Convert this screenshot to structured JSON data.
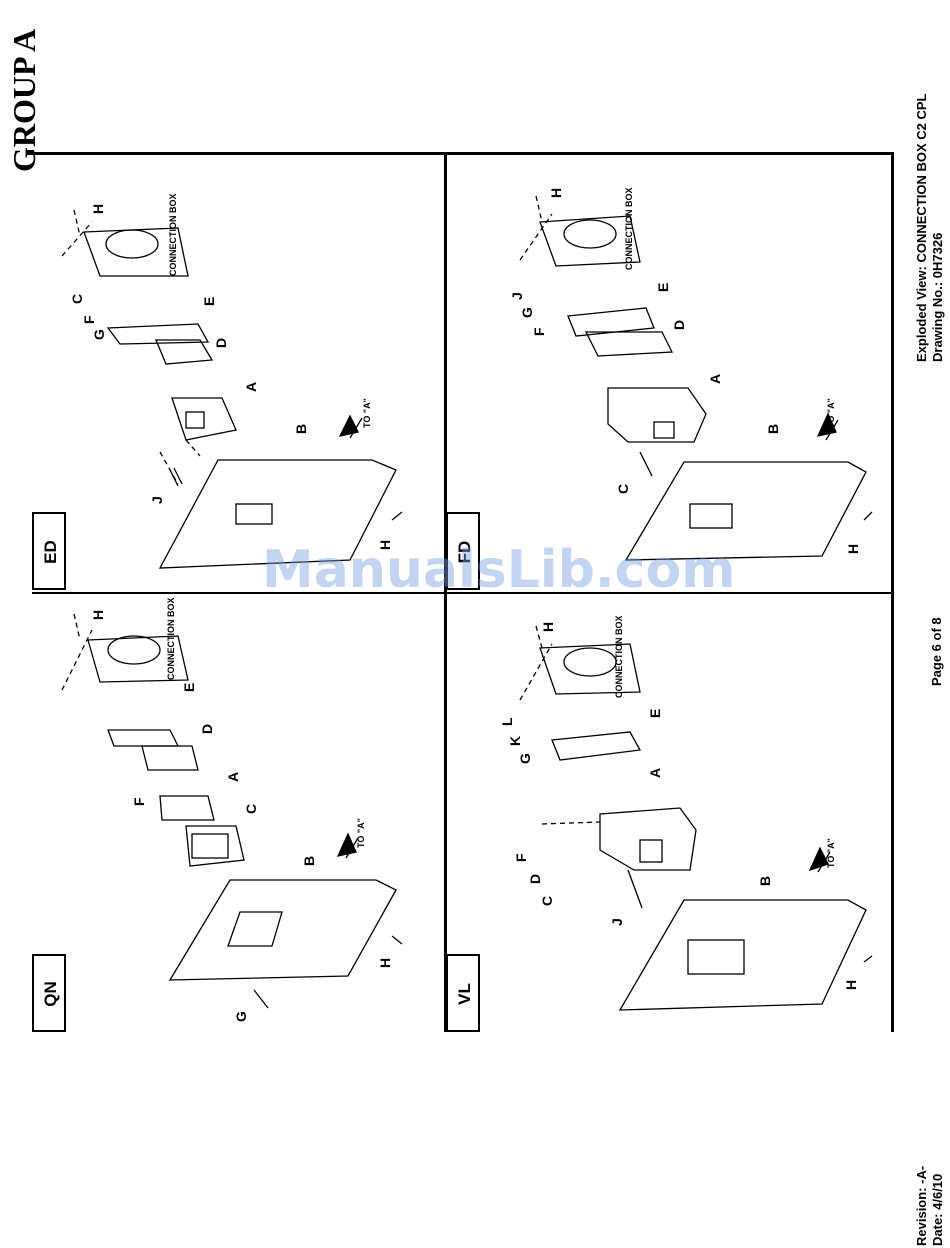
{
  "group_title": "GROUP A",
  "document": {
    "title": "Exploded View: CONNECTION BOX C2 CPL",
    "drawing_no": "Drawing No.: 0H7326",
    "page": "Page 6 of 8",
    "revision": "Revision: -A-",
    "date": "Date: 4/6/10"
  },
  "watermark": "ManualsLib.com",
  "panels": {
    "ed": {
      "name": "ED",
      "connection_box": "CONNECTION BOX",
      "to_a": "TO \"A\"",
      "labels": {
        "h1": "H",
        "c": "C",
        "f": "F",
        "g": "G",
        "e": "E",
        "d": "D",
        "a": "A",
        "b": "B",
        "j": "J",
        "h2": "H"
      }
    },
    "fd": {
      "name": "FD",
      "connection_box": "CONNECTION BOX",
      "to_a": "TO \"A\"",
      "labels": {
        "h1": "H",
        "j": "J",
        "g": "G",
        "f": "F",
        "e": "E",
        "d": "D",
        "a": "A",
        "b": "B",
        "c": "C",
        "h2": "H"
      }
    },
    "qn": {
      "name": "QN",
      "connection_box": "CONNECTION BOX",
      "to_a": "TO \"A\"",
      "labels": {
        "h1": "H",
        "e": "E",
        "d": "D",
        "f": "F",
        "a": "A",
        "c": "C",
        "b": "B",
        "h2": "H",
        "g": "G"
      }
    },
    "vl": {
      "name": "VL",
      "connection_box": "CONNECTION BOX",
      "to_a": "TO \"A\"",
      "labels": {
        "h1": "H",
        "l": "L",
        "k": "K",
        "g": "G",
        "e": "E",
        "a": "A",
        "f": "F",
        "d": "D",
        "c": "C",
        "j": "J",
        "b": "B",
        "h2": "H"
      }
    }
  }
}
